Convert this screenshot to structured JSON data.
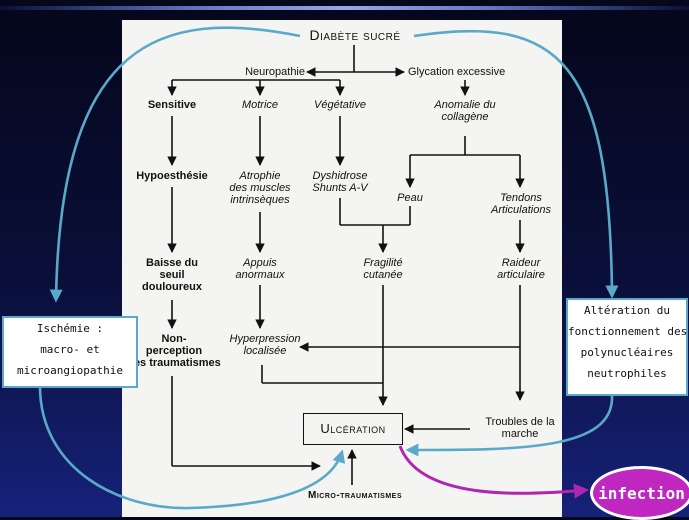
{
  "title": "Diabète sucré",
  "branches": {
    "neuropathie": "Neuropathie",
    "glycation": "Glycation excessive"
  },
  "nodes": {
    "sensitive": "Sensitive",
    "motrice": "Motrice",
    "vegetative": "Végétative",
    "anomalie": [
      "Anomalie du",
      "collagène"
    ],
    "hypoesthesie": "Hypoesthésie",
    "atrophie": [
      "Atrophie",
      "des muscles",
      "intrinsèques"
    ],
    "dyshidrose": [
      "Dyshidrose",
      "Shunts A-V"
    ],
    "peau": "Peau",
    "tendons": [
      "Tendons",
      "Articulations"
    ],
    "baisse": [
      "Baisse du",
      "seuil",
      "douloureux"
    ],
    "appuis": [
      "Appuis",
      "anormaux"
    ],
    "fragilite": [
      "Fragilité",
      "cutanée"
    ],
    "raideur": [
      "Raideur",
      "articulaire"
    ],
    "nonperception": [
      "Non-",
      "perception",
      "des traumatismes"
    ],
    "hyperpression": [
      "Hyperpression",
      "localisée"
    ],
    "ulceration": "Ulcération",
    "troubles": [
      "Troubles de la",
      "marche"
    ],
    "microtrauma": "Micro-traumatismes"
  },
  "side_boxes": {
    "ischemie": [
      "Ischémie :",
      "macro- et",
      "microangiopathie"
    ],
    "alteration": [
      "Altération du",
      "fonctionnement des",
      "polynucléaires",
      "neutrophiles"
    ]
  },
  "infection": "infection",
  "colors": {
    "curve_arrow": "#5aa9c8",
    "infection_arrow": "#b026b0",
    "infection_fill": "#c026c0"
  }
}
